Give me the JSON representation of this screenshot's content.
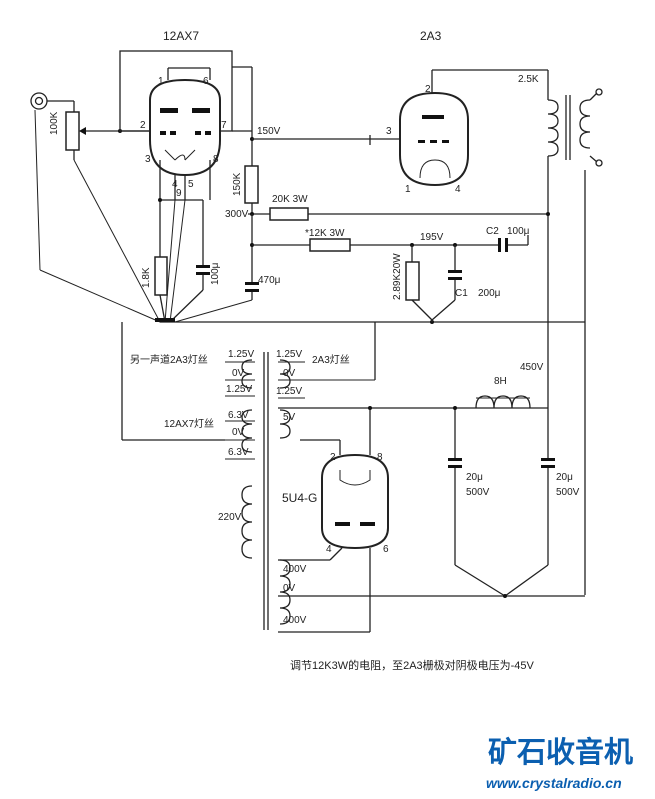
{
  "tubes": {
    "preamp": "12AX7",
    "output": "2A3",
    "rectifier": "5U4-G"
  },
  "pins": {
    "v1": [
      "1",
      "2",
      "3",
      "4",
      "5",
      "6",
      "7",
      "8",
      "9"
    ],
    "v2": [
      "1",
      "2",
      "3",
      "4"
    ],
    "v3": [
      "2",
      "4",
      "6",
      "8"
    ]
  },
  "components": {
    "vol_pot": "100K",
    "r_cathode": "1.8K",
    "c_cathode": "100μ",
    "r_plate": "150K",
    "c_decouple": "470μ",
    "r_20k": "20K 3W",
    "r_12k": "*12K 3W",
    "r_bias": "2.89K20W",
    "c1_name": "C1",
    "c1_value": "200μ",
    "c2_name": "C2",
    "c2_value": "100μ",
    "choke": "8H",
    "c_filter1": "20μ",
    "c_filter1_v": "500V",
    "c_filter2": "20μ",
    "c_filter2_v": "500V",
    "opt": "2.5K"
  },
  "voltages": {
    "v150": "150V",
    "v300": "300V",
    "v195": "195V",
    "v450": "450V"
  },
  "transformer": {
    "left_25a": "1.25V",
    "left_0a": "0V",
    "left_25b": "1.25V",
    "left_63a": "6.3V",
    "left_0b": "0V",
    "left_63b": "6.3V",
    "right_25a": "1.25V",
    "right_0": "0V",
    "right_25b": "1.25V",
    "right_5v": "5V",
    "ht_400a": "400V",
    "ht_0": "0V",
    "ht_400b": "400V",
    "mains": "220V",
    "other_filament": "另一声道2A3灯丝",
    "filament_2a3": "2A3灯丝",
    "filament_12ax7": "12AX7灯丝"
  },
  "note": "调节12K3W的电阻，至2A3栅极对阴极电压为-45V",
  "brand": {
    "name": "矿石收音机",
    "url": "www.crystalradio.cn",
    "color": "#0b5fb0"
  }
}
